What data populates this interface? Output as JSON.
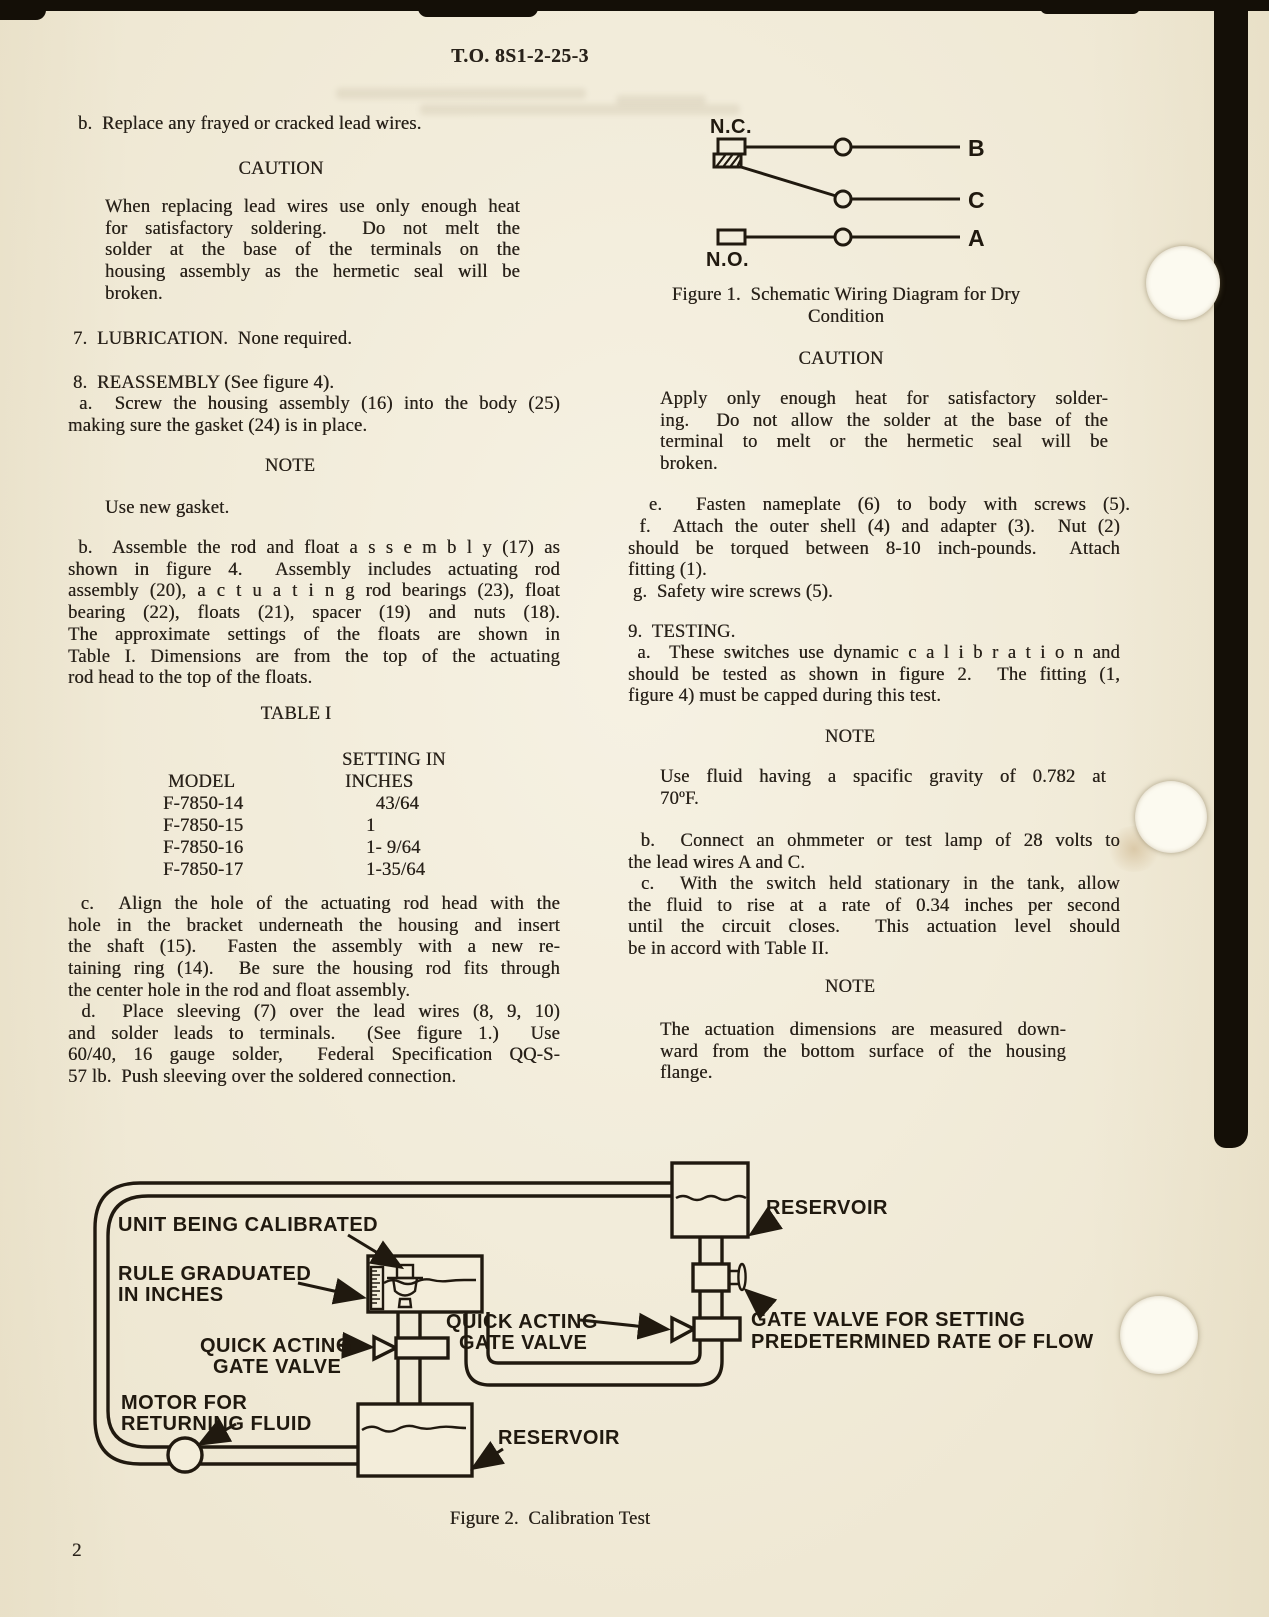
{
  "page": {
    "header": "T.O. 8S1-2-25-3",
    "page_number": "2"
  },
  "left": {
    "para_replace": "b.  Replace any frayed or cracked lead wires.",
    "caution1": {
      "title": "CAUTION",
      "lines": [
        "When replacing lead wires use only enough heat",
        "for satisfactory soldering.  Do not melt the",
        "solder at the base of the terminals on the",
        "housing assembly as the hermetic seal will be",
        "broken."
      ]
    },
    "sec7": "7.  LUBRICATION.  None required.",
    "sec8_heading": "8.  REASSEMBLY (See figure 4).",
    "sec8a": {
      "lines": [
        " a.  Screw the housing assembly (16) into the body (25)",
        "making sure the gasket (24) is in place."
      ]
    },
    "note1": {
      "title": "NOTE",
      "text": "Use new gasket."
    },
    "para8b": {
      "lines": [
        " b.  Assemble the rod and float a s s e m b l y (17) as",
        "shown in figure 4.  Assembly includes actuating rod",
        "assembly (20), a c t u a t i n g rod bearings (23), float",
        "bearing (22), floats (21), spacer (19) and nuts (18).",
        "The approximate settings of the floats are shown in",
        "Table I. Dimensions are from the top of the actuating",
        "rod head to the top of the floats."
      ]
    },
    "table1": {
      "title": "TABLE I",
      "header_model": "MODEL",
      "header_setting1": "SETTING IN",
      "header_setting2": "INCHES",
      "rows": [
        {
          "model": "F-7850-14",
          "setting": "  43/64"
        },
        {
          "model": "F-7850-15",
          "setting": "1"
        },
        {
          "model": "F-7850-16",
          "setting": "1- 9/64"
        },
        {
          "model": "F-7850-17",
          "setting": "1-35/64"
        }
      ]
    },
    "para8c": {
      "lines": [
        " c.  Align the hole of the actuating rod head with the",
        "hole in the bracket underneath the housing and insert",
        "the shaft (15).  Fasten the assembly with a new re-",
        "taining ring (14).  Be sure the housing rod fits through",
        "the center hole in the rod and float assembly."
      ]
    },
    "para8d": {
      "lines": [
        " d.  Place sleeving (7) over the lead wires (8, 9, 10)",
        "and solder leads to terminals.  (See figure 1.)  Use",
        "60/40, 16 gauge solder,  Federal Specification QQ-S-",
        "57 lb.  Push sleeving over the soldered connection."
      ]
    }
  },
  "right": {
    "caution2": {
      "title": "CAUTION",
      "lines": [
        "Apply only enough heat for satisfactory solder-",
        "ing.  Do not allow the solder at the base of the",
        "terminal to melt or the hermetic seal will be",
        "broken."
      ]
    },
    "para_e": {
      "lines": [
        " e.  Fasten nameplate (6) to body with screws (5)."
      ]
    },
    "para_f": {
      "lines": [
        " f.  Attach the outer shell (4) and adapter (3).  Nut (2)",
        "should be torqued between 8-10 inch-pounds.  Attach",
        "fitting (1)."
      ]
    },
    "para_g": " g.  Safety wire screws (5).",
    "sec9_heading": "9.  TESTING.",
    "sec9a": {
      "lines": [
        " a.  These switches use dynamic c a l i b r a t i o n and",
        "should be tested as shown in figure 2.  The fitting (1,",
        "figure 4) must be capped during this test."
      ]
    },
    "note2": {
      "title": "NOTE",
      "lines": [
        "Use fluid having a spacific gravity of 0.782 at",
        "70ºF."
      ]
    },
    "para9b": {
      "lines": [
        " b.  Connect an ohmmeter or test lamp of 28 volts to",
        "the lead wires A and C."
      ]
    },
    "para9c": {
      "lines": [
        " c.  With the switch held stationary in the tank, allow",
        "the fluid to rise at a rate of 0.34 inches per second",
        "until the circuit closes.  This actuation level should",
        "be in accord with Table II."
      ]
    },
    "note3": {
      "title": "NOTE",
      "lines": [
        "The actuation dimensions are measured down-",
        "ward from the bottom surface of the housing",
        "flange."
      ]
    }
  },
  "figure1": {
    "label_nc": "N.C.",
    "label_no": "N.O.",
    "terminal_b": "B",
    "terminal_c": "C",
    "terminal_a": "A",
    "caption_line1": "Figure 1.  Schematic Wiring Diagram for Dry",
    "caption_line2": "Condition"
  },
  "figure2": {
    "labels": {
      "unit": "UNIT BEING CALIBRATED",
      "rule_line1": "RULE GRADUATED",
      "rule_line2": "IN INCHES",
      "left_valve_line1": "QUICK ACTING",
      "left_valve_line2": "GATE VALVE",
      "mid_valve_line1": "QUICK ACTING",
      "mid_valve_line2": "GATE VALVE",
      "motor_line1": "MOTOR FOR",
      "motor_line2": "RETURNING FLUID",
      "reservoir_top": "RESERVOIR",
      "reservoir_bottom": "RESERVOIR",
      "setting_valve_line1": "GATE VALVE FOR SETTING",
      "setting_valve_line2": "PREDETERMINED RATE OF FLOW"
    },
    "caption": "Figure 2.  Calibration Test"
  }
}
